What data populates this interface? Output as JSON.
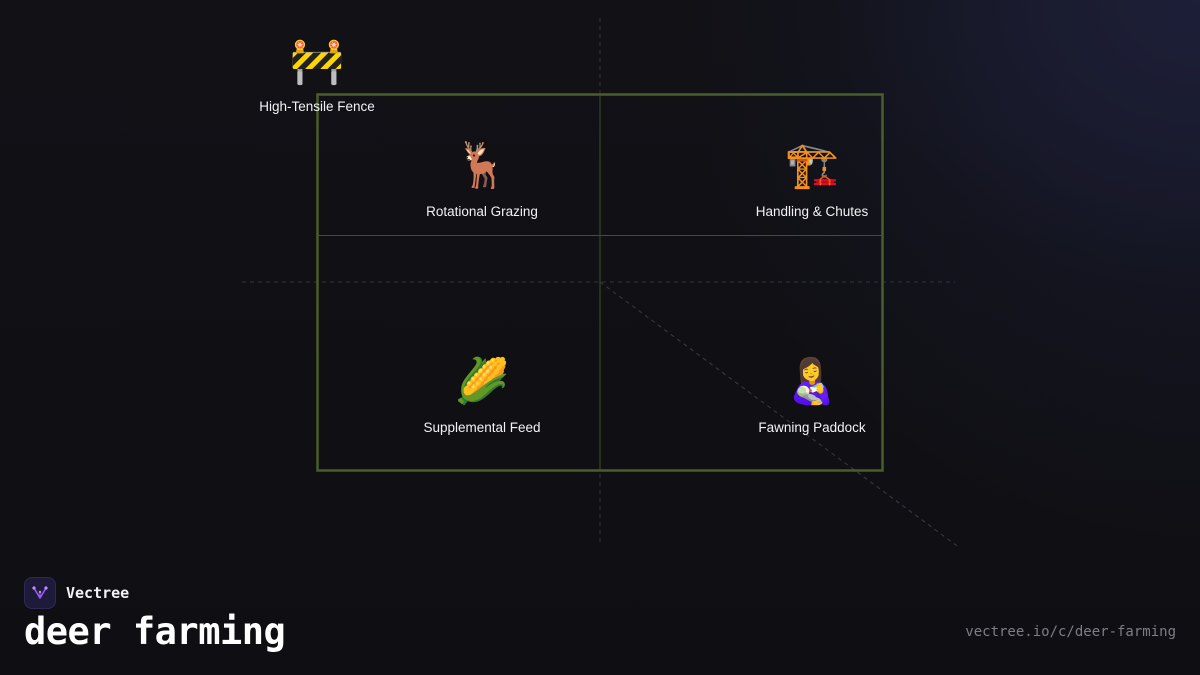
{
  "diagram": {
    "nodes": [
      {
        "id": "fence",
        "label": "High-Tensile Fence",
        "icon": "construction-barrier-icon",
        "glyph": "🚧"
      },
      {
        "id": "grazing",
        "label": "Rotational Grazing",
        "icon": "deer-icon",
        "glyph": "🦌"
      },
      {
        "id": "handling",
        "label": "Handling & Chutes",
        "icon": "crane-icon",
        "glyph": "🏗️"
      },
      {
        "id": "feed",
        "label": "Supplemental Feed",
        "icon": "corn-icon",
        "glyph": "🌽"
      },
      {
        "id": "fawning",
        "label": "Fawning Paddock",
        "icon": "person-feeding-baby-icon",
        "glyph": "👩‍🍼"
      }
    ],
    "colors": {
      "frame": "#4a5e2a",
      "divider": "#3f5226",
      "guide": "#3a3a44",
      "background": "#111116"
    }
  },
  "brand": {
    "name": "Vectree",
    "logo_icon": "vectree-logo-icon",
    "accent": "#9b5cf0"
  },
  "page": {
    "title": "deer farming",
    "url": "vectree.io/c/deer-farming"
  }
}
